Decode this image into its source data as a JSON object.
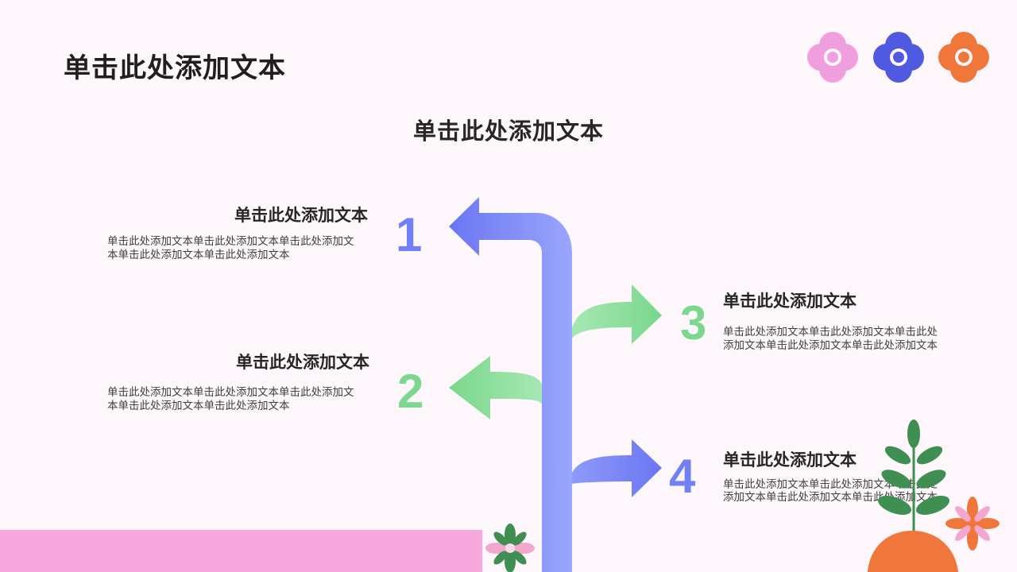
{
  "slide": {
    "title": "单击此处添加文本",
    "center_title": "单击此处添加文本"
  },
  "items": [
    {
      "number": "1",
      "heading": "单击此处添加文本",
      "body": "单击此处添加文本单击此处添加文本单击此处添加文本单击此处添加文本单击此处添加文本",
      "color": "#7181f5"
    },
    {
      "number": "2",
      "heading": "单击此处添加文本",
      "body": "单击此处添加文本单击此处添加文本单击此处添加文本单击此处添加文本单击此处添加文本",
      "color": "#7bd88e"
    },
    {
      "number": "3",
      "heading": "单击此处添加文本",
      "body": "单击此处添加文本单击此处添加文本单击此处添加文本单击此处添加文本单击此处添加文本",
      "color": "#7bd88e"
    },
    {
      "number": "4",
      "heading": "单击此处添加文本",
      "body": "单击此处添加文本单击此处添加文本单击此处添加文本单击此处添加文本单击此处添加文本",
      "color": "#7181f5"
    }
  ],
  "colors": {
    "background": "#fdf7fb",
    "blue": "#7181f5",
    "green": "#7bd88e",
    "pink": "#f7a8dc",
    "orange": "#f0773b",
    "leaf": "#3f8f52"
  },
  "decor_icons": [
    "pink-flower-icon",
    "blue-flower-icon",
    "orange-flower-icon",
    "plant-icon",
    "small-flower-icon"
  ]
}
